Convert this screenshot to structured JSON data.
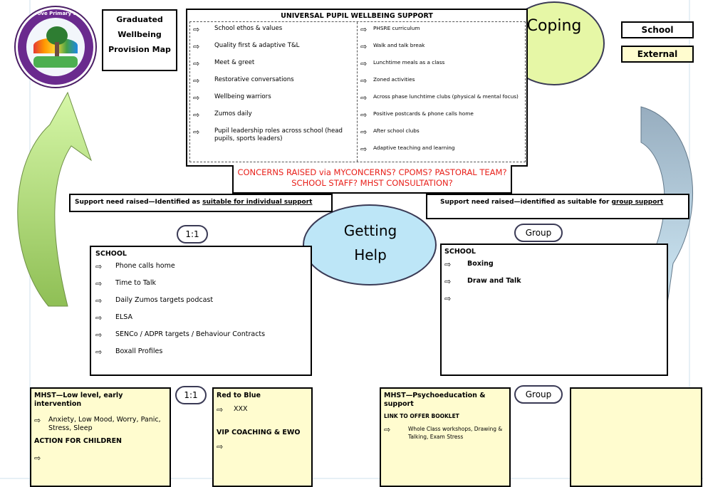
{
  "title_box": {
    "line1": "Graduated",
    "line2": "Wellbeing",
    "line3": "Provision Map"
  },
  "logo": {
    "text": "Kidsgrove Primary School"
  },
  "legend": {
    "school": "School",
    "external": "External"
  },
  "coping_label": "Coping",
  "getting_help_line1": "Getting",
  "getting_help_line2": "Help",
  "universal": {
    "title": "UNIVERSAL PUPIL WELLBEING SUPPORT",
    "left_items": [
      "School ethos & values",
      "Quality first & adaptive T&L",
      "Meet & greet",
      "Restorative conversations",
      "Wellbeing warriors",
      "Zumos daily",
      "Pupil leadership roles across school (head pupils, sports leaders)"
    ],
    "right_items": [
      "PHSRE curriculum",
      "Walk and talk break",
      "Lunchtime meals as a class",
      "Zoned activities",
      "Across phase lunchtime clubs (physical & mental focus)",
      "Positive postcards & phone calls home",
      "After school clubs",
      "Adaptive teaching and learning"
    ]
  },
  "concerns_text": "CONCERNS RAISED via MYCONCERNS? CPOMS? PASTORAL TEAM? SCHOOL STAFF? MHST CONSULTATION?",
  "individual_header": {
    "prefix": "Support need raised—Identified as ",
    "link": "suitable for individual support"
  },
  "group_header": {
    "prefix": "Support need raised—identified as suitable for ",
    "link": "group support"
  },
  "pill_11": "1:1",
  "pill_group": "Group",
  "school_individual": {
    "title": "SCHOOL",
    "items": [
      "Phone calls home",
      "Time to Talk",
      "Daily Zumos targets podcast",
      "ELSA",
      "SENCo / ADPR targets / Behaviour Contracts",
      "Boxall Profiles"
    ]
  },
  "school_group": {
    "title": "SCHOOL",
    "items": [
      "Boxing",
      "Draw and Talk",
      ""
    ]
  },
  "arrow_glyph": "⇨",
  "mhst_low": {
    "title": "MHST—Low level, early intervention",
    "item": "Anxiety, Low Mood, Worry, Panic, Stress, Sleep",
    "section": "ACTION FOR CHILDREN"
  },
  "red_blue": {
    "title": "Red to Blue",
    "item": "XXX",
    "section": "VIP COACHING & EWO"
  },
  "mhst_psycho": {
    "title": "MHST—Psychoeducation & support",
    "subtitle": "LINK TO OFFER BOOKLET",
    "item": "Whole Class workshops, Drawing & Talking, Exam Stress"
  },
  "colors": {
    "yellow_box": "#fffccf",
    "bubble": "#bde6f7",
    "coping_bubble": "#e6f7a6",
    "concerns_red": "#e8211b",
    "green_arrow": "#a9dc6e",
    "blue_arrow": "#a7bdd0"
  }
}
